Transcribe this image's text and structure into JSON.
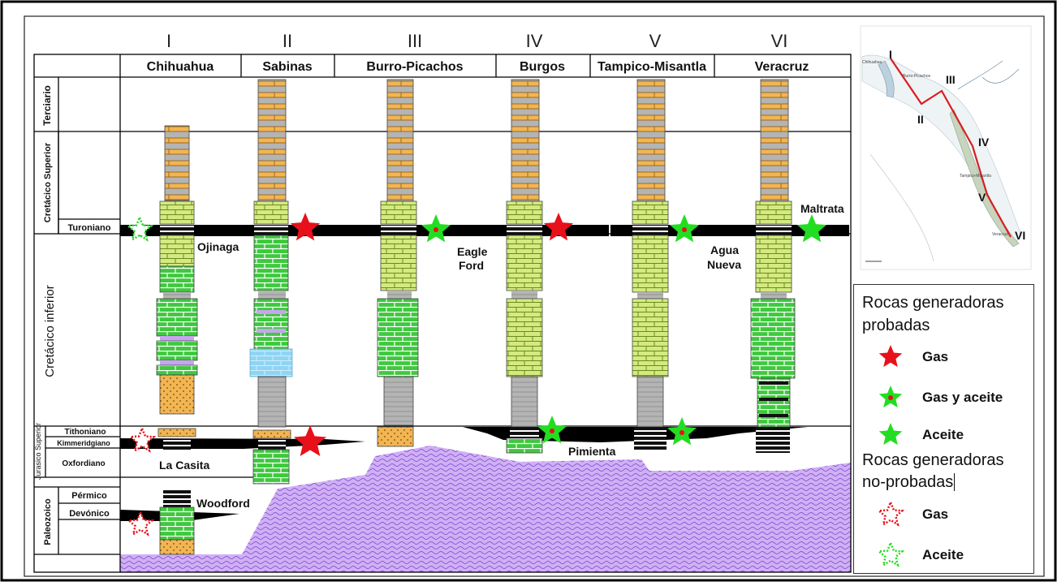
{
  "columns": [
    {
      "numeral": "I",
      "name": "Chihuahua"
    },
    {
      "numeral": "II",
      "name": "Sabinas"
    },
    {
      "numeral": "III",
      "name": "Burro-Picachos"
    },
    {
      "numeral": "IV",
      "name": "Burgos"
    },
    {
      "numeral": "V",
      "name": "Tampico-Misantla"
    },
    {
      "numeral": "VI",
      "name": "Veracruz"
    }
  ],
  "periods": {
    "terciario": "Terciario",
    "cretacico_superior": "Cretácico Superior",
    "turoniano": "Turoniano",
    "cretacico_inferior": "Cretácico inferior",
    "jurasico_superior": "Jurasico Superior",
    "tithoniano": "Tithoniano",
    "kimmeridgiano": "Kimmeridgiano",
    "oxfordiano": "Oxfordiano",
    "paleozoico": "Paleozoico",
    "permico": "Pérmico",
    "devonico": "Devónico"
  },
  "formations": {
    "ojinaga": "Ojinaga",
    "eagle_ford_1": "Eagle",
    "eagle_ford_2": "Ford",
    "agua_nueva_1": "Agua",
    "agua_nueva_2": "Nueva",
    "maltrata": "Maltrata",
    "la_casita": "La Casita",
    "pimienta": "Pimienta",
    "woodford": "Woodford"
  },
  "map": {
    "numerals": [
      "I",
      "II",
      "III",
      "IV",
      "V",
      "VI"
    ],
    "small_labels": [
      "Chihuahua",
      "Burro-Picachos",
      "Tampico-Misantla",
      "Veracruz"
    ]
  },
  "legend": {
    "proven_title_1": "Rocas generadoras",
    "proven_title_2": "probadas",
    "proven_items": [
      "Gas",
      "Gas y aceite",
      "Aceite"
    ],
    "unproven_title_1": "Rocas generadoras",
    "unproven_title_2": "no-probadas",
    "unproven_items": [
      "Gas",
      "Aceite"
    ]
  },
  "colors": {
    "gas": "#e8101a",
    "aceite": "#22dd22",
    "limestone_green": "#3ec83e",
    "limestone_yellow": "#d4ea80",
    "shale_grey": "#b4b4b4",
    "sandstone_orange": "#f2b552",
    "basement_purple": "#c9a4f0",
    "evaporite_blue": "#90d4f4",
    "source_rock": "#000000"
  }
}
